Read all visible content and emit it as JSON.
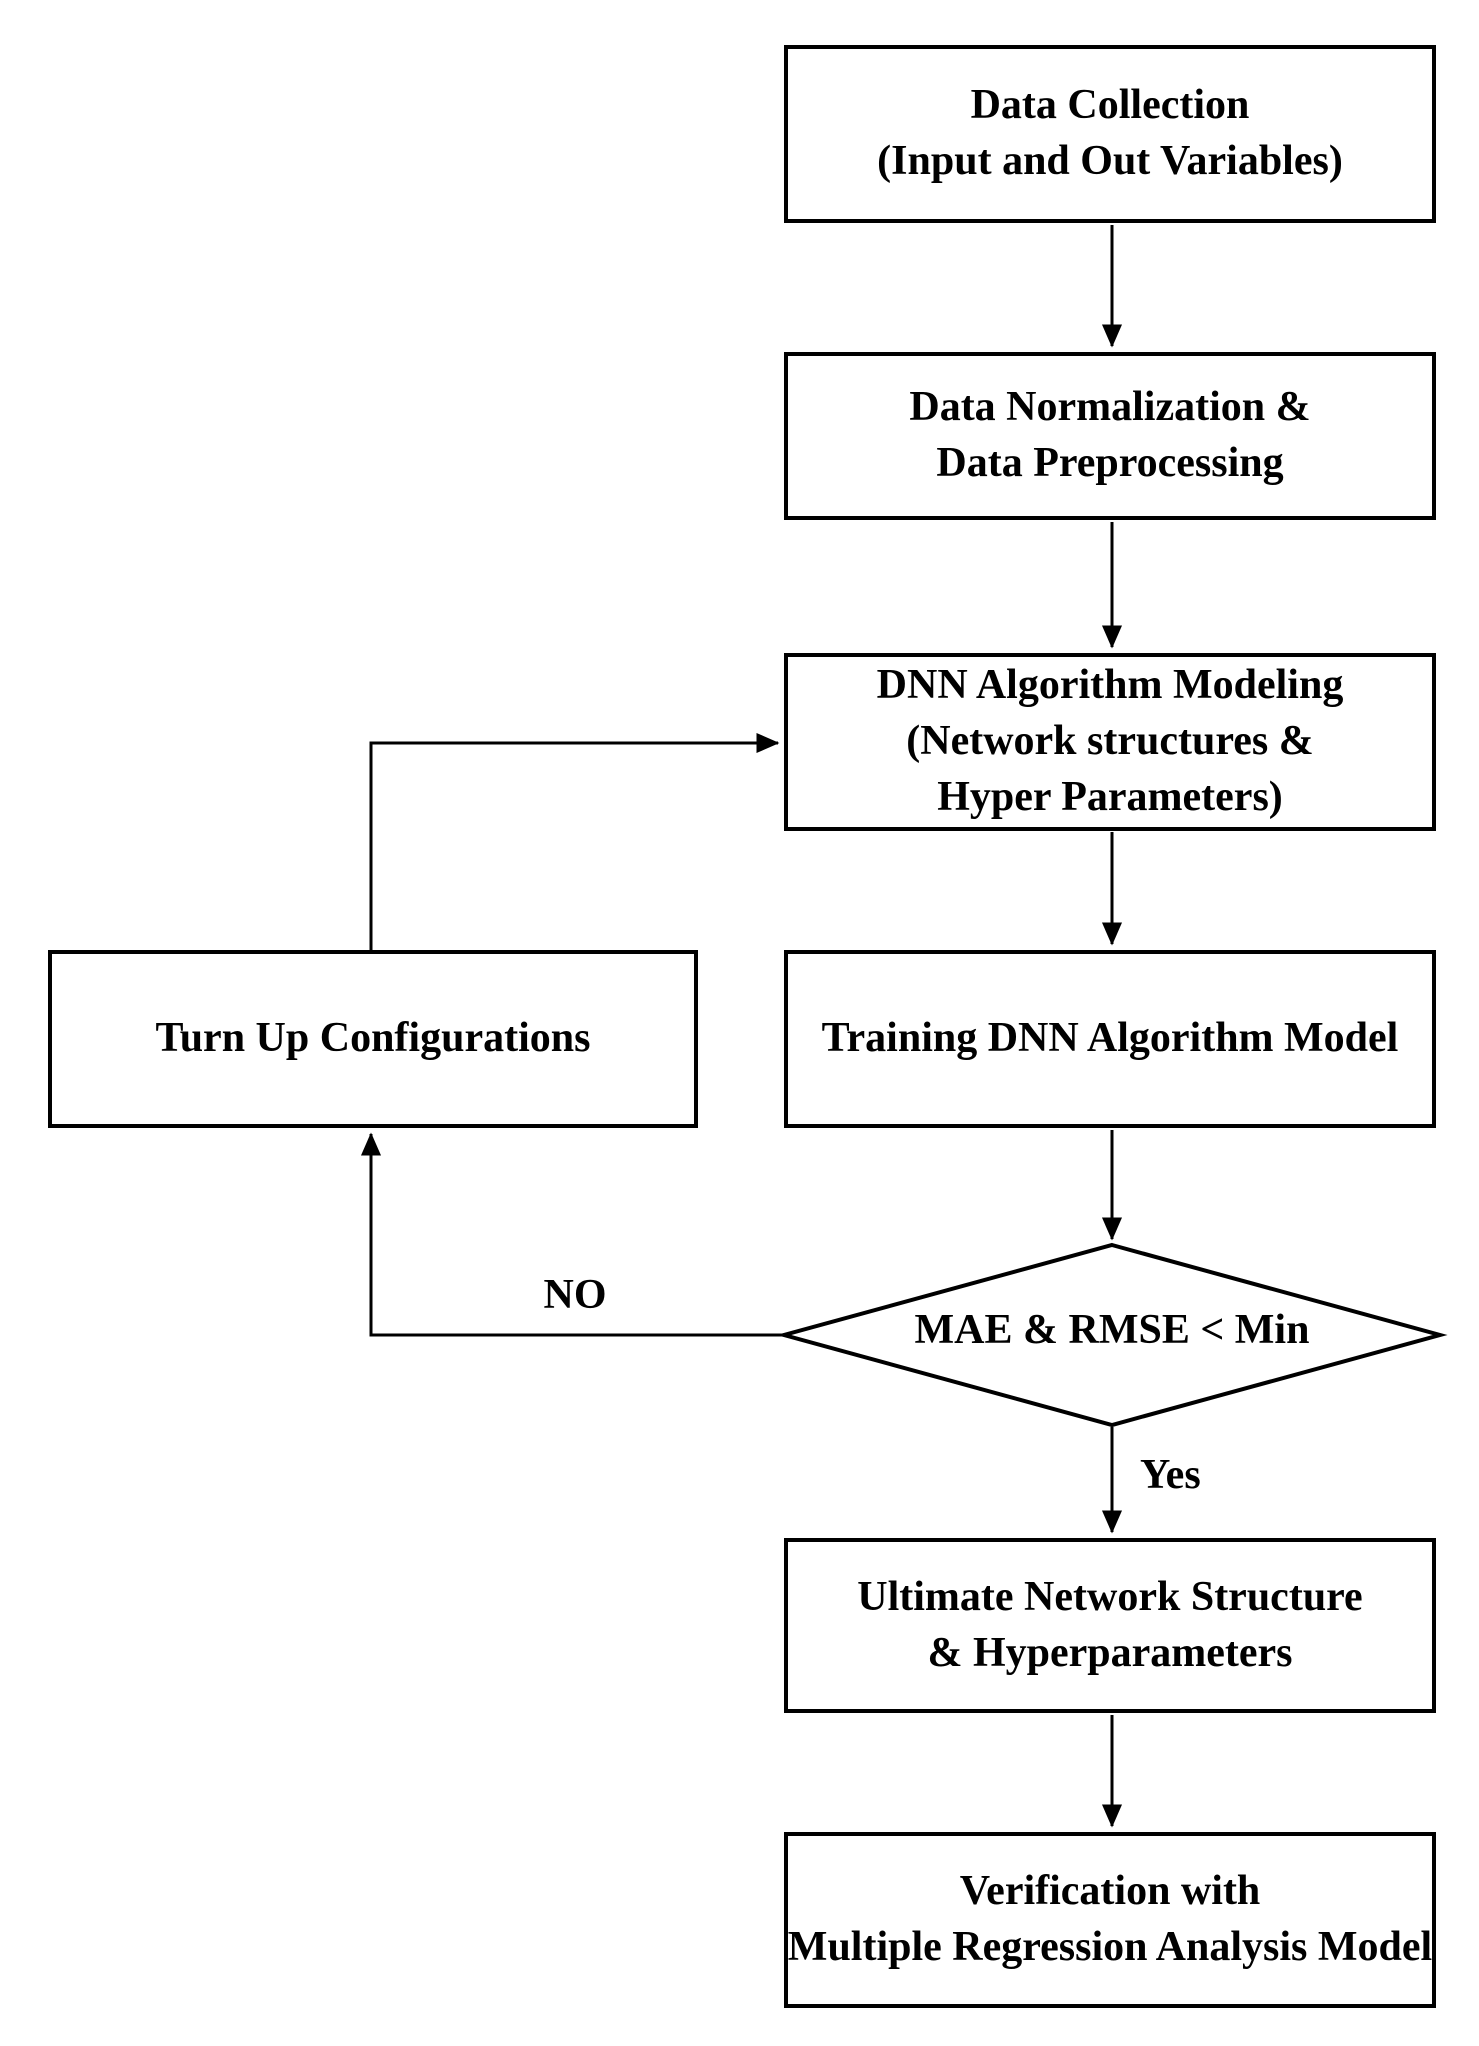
{
  "diagram": {
    "type": "flowchart",
    "background": "#ffffff",
    "stroke_color": "#000000",
    "text_color": "#000000",
    "nodes": {
      "data_collection": {
        "shape": "rect",
        "lines": [
          "Data Collection",
          "(Input and Out Variables)"
        ]
      },
      "data_normalization": {
        "shape": "rect",
        "lines": [
          "Data Normalization &",
          "Data Preprocessing"
        ]
      },
      "dnn_modeling": {
        "shape": "rect",
        "lines": [
          "DNN Algorithm Modeling",
          "(Network structures &",
          "Hyper Parameters)"
        ]
      },
      "training": {
        "shape": "rect",
        "lines": [
          "Training DNN Algorithm Model"
        ]
      },
      "turn_up": {
        "shape": "rect",
        "lines": [
          "Turn Up Configurations"
        ]
      },
      "decision": {
        "shape": "diamond",
        "lines": [
          "MAE & RMSE < Min"
        ]
      },
      "ultimate": {
        "shape": "rect",
        "lines": [
          "Ultimate Network Structure",
          "& Hyperparameters"
        ]
      },
      "verification": {
        "shape": "rect",
        "lines": [
          "Verification with",
          "Multiple Regression Analysis Model"
        ]
      }
    },
    "edge_labels": {
      "no": "NO",
      "yes": "Yes"
    },
    "flow": [
      "data_collection -> data_normalization",
      "data_normalization -> dnn_modeling",
      "dnn_modeling -> training",
      "training -> decision",
      "decision -NO-> turn_up",
      "turn_up -> dnn_modeling",
      "decision -Yes-> ultimate",
      "ultimate -> verification"
    ]
  }
}
